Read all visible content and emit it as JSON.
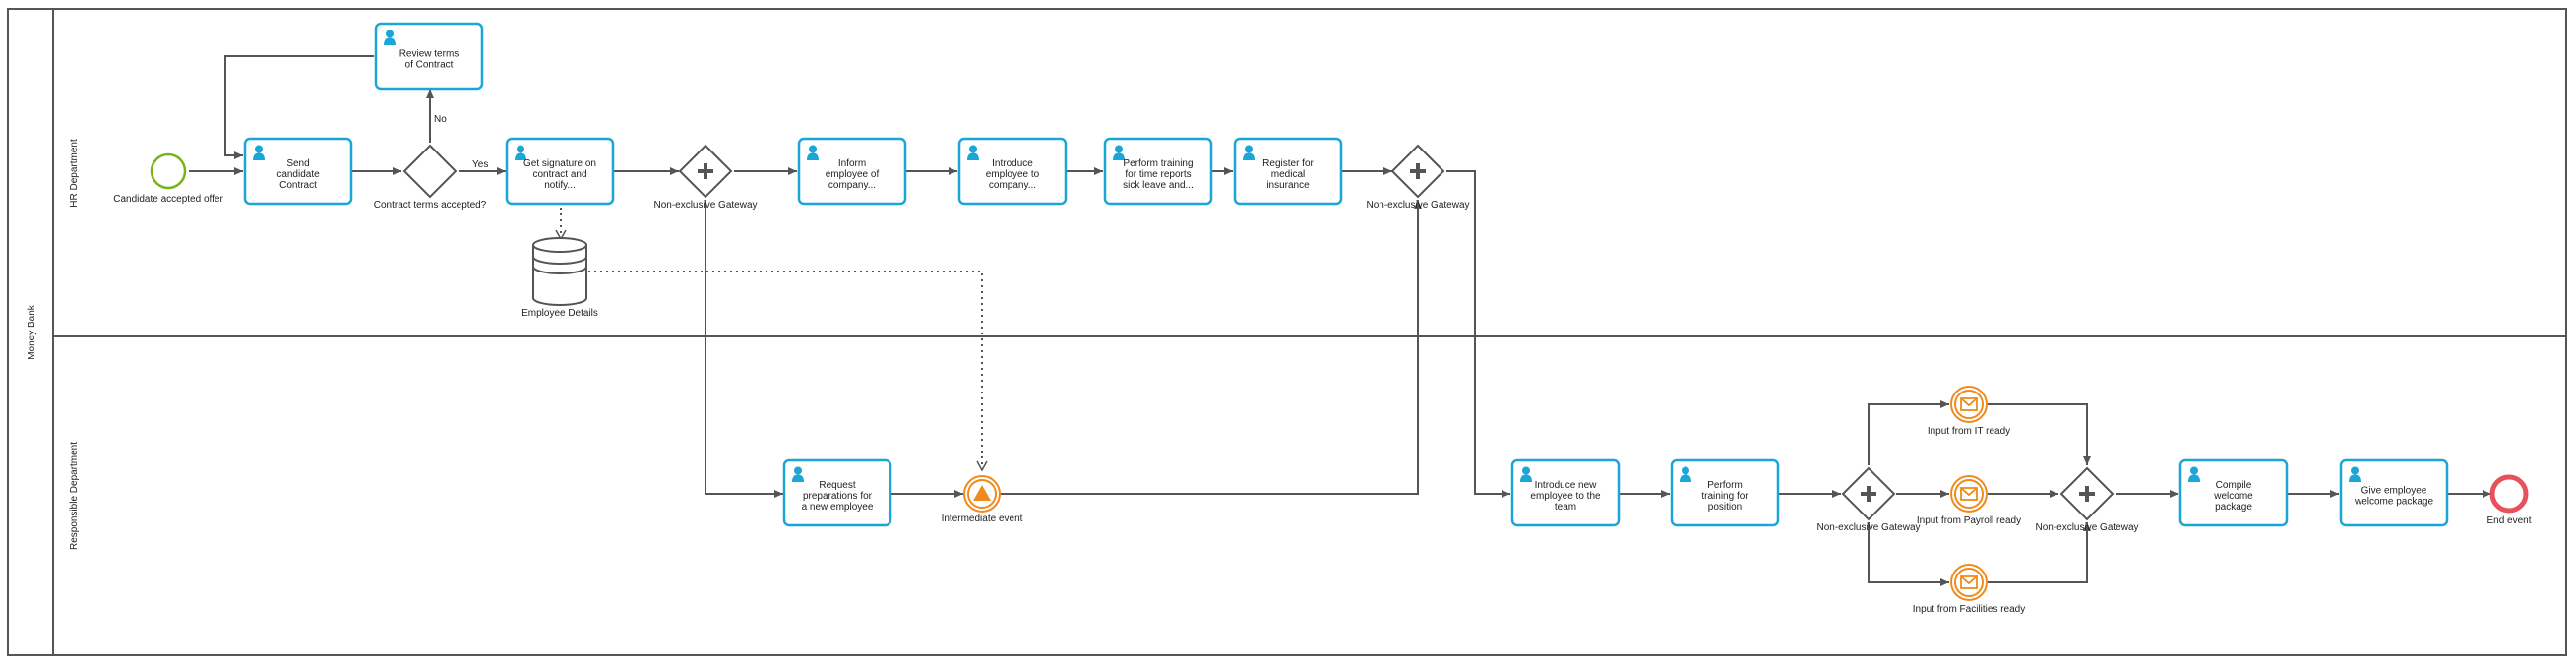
{
  "pool": {
    "label": "Money Bank"
  },
  "lanes": [
    {
      "id": "hr",
      "label": "HR Department"
    },
    {
      "id": "resp",
      "label": "Responsible Department"
    }
  ],
  "tasks": [
    {
      "id": "review",
      "lines": [
        "Review terms",
        "of Contract"
      ]
    },
    {
      "id": "send",
      "lines": [
        "Send",
        "candidate",
        "Contract"
      ]
    },
    {
      "id": "getsig",
      "lines": [
        "Get signature on",
        "contract and",
        "notify..."
      ]
    },
    {
      "id": "inform",
      "lines": [
        "Inform",
        "employee of",
        "company..."
      ]
    },
    {
      "id": "introco",
      "lines": [
        "Introduce",
        "employee to",
        "company..."
      ]
    },
    {
      "id": "training",
      "lines": [
        "Perform training",
        "for time reports",
        "sick leave and..."
      ]
    },
    {
      "id": "register",
      "lines": [
        "Register for",
        "medical",
        "insurance"
      ]
    },
    {
      "id": "request",
      "lines": [
        "Request",
        "preparations for",
        "a new employee"
      ]
    },
    {
      "id": "introteam",
      "lines": [
        "Introduce new",
        "employee to the",
        "team"
      ]
    },
    {
      "id": "perfpos",
      "lines": [
        "Perform",
        "training for",
        "position"
      ]
    },
    {
      "id": "compile",
      "lines": [
        "Compile",
        "welcome",
        "package"
      ]
    },
    {
      "id": "give",
      "lines": [
        "Give employee",
        "welcome package"
      ]
    }
  ],
  "events": [
    {
      "id": "start",
      "kind": "start",
      "label": "Candidate accepted offer"
    },
    {
      "id": "intermediate",
      "kind": "intermediate",
      "label": "Intermediate event"
    },
    {
      "id": "it",
      "kind": "message",
      "label": "Input from IT ready"
    },
    {
      "id": "payroll",
      "kind": "message",
      "label": "Input from Payroll ready"
    },
    {
      "id": "facilities",
      "kind": "message",
      "label": "Input from Facilities ready"
    },
    {
      "id": "end",
      "kind": "end",
      "label": "End event"
    }
  ],
  "gateways": [
    {
      "id": "g_terms",
      "kind": "exclusive",
      "label": "Contract terms accepted?"
    },
    {
      "id": "g1",
      "kind": "parallel",
      "label": "Non-exclusive Gateway"
    },
    {
      "id": "g2",
      "kind": "parallel",
      "label": "Non-exclusive Gateway"
    },
    {
      "id": "g3",
      "kind": "parallel",
      "label": "Non-exclusive Gateway"
    },
    {
      "id": "g4",
      "kind": "parallel",
      "label": "Non-exclusive Gateway"
    }
  ],
  "datastore": {
    "label": "Employee Details"
  },
  "flow_labels": {
    "no": "No",
    "yes": "Yes"
  },
  "colors": {
    "task_border": "#1aa6d6",
    "start": "#7ab317",
    "end": "#e8505b",
    "event": "#f08a1c",
    "line": "#555555",
    "user_icon": "#1aa6d6"
  }
}
